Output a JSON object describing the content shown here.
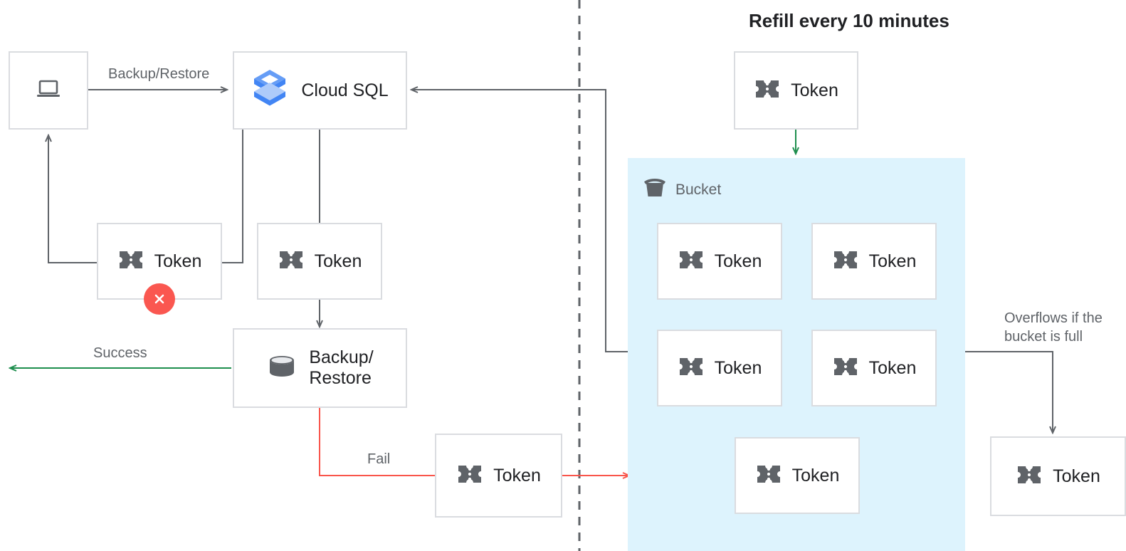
{
  "diagram": {
    "title": "Refill every 10 minutes",
    "colors": {
      "line": "#5f6368",
      "success": "#1e8e4e",
      "fail": "#f9554b",
      "error_badge": "#fa5750",
      "bucket_fill": "#ddf3fd",
      "box_border": "#dadce0",
      "text": "#202124",
      "muted_text": "#5f6368",
      "cloudsql_blue": "#4285f4"
    },
    "nodes": {
      "client": {
        "label": "",
        "icon": "laptop-icon"
      },
      "cloudsql": {
        "label": "Cloud SQL",
        "icon": "cloud-sql-icon"
      },
      "token_left": {
        "label": "Token",
        "icon": "token-icon",
        "status": "error"
      },
      "token_mid": {
        "label": "Token",
        "icon": "token-icon"
      },
      "backup_restore": {
        "label": "Backup/\nRestore",
        "label_line1": "Backup/",
        "label_line2": "Restore",
        "icon": "database-icon"
      },
      "token_fail": {
        "label": "Token",
        "icon": "token-icon"
      },
      "token_refill": {
        "label": "Token",
        "icon": "token-icon"
      },
      "token_overflow": {
        "label": "Token",
        "icon": "token-icon"
      }
    },
    "bucket": {
      "label": "Bucket",
      "icon": "bucket-icon",
      "tokens": [
        {
          "label": "Token",
          "icon": "token-icon"
        },
        {
          "label": "Token",
          "icon": "token-icon"
        },
        {
          "label": "Token",
          "icon": "token-icon"
        },
        {
          "label": "Token",
          "icon": "token-icon"
        },
        {
          "label": "Token",
          "icon": "token-icon"
        }
      ]
    },
    "edge_labels": {
      "backup_restore": "Backup/Restore",
      "success": "Success",
      "fail": "Fail",
      "overflow_line1": "Overflows if the",
      "overflow_line2": "bucket is full"
    }
  }
}
